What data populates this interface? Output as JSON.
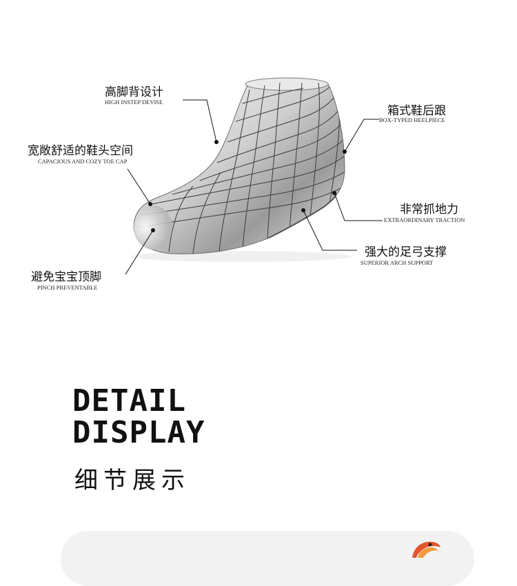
{
  "callouts": [
    {
      "cn": "高脚背设计",
      "en": "HIGH INSTEP DEVISE"
    },
    {
      "cn": "箱式鞋后跟",
      "en": "BOX-TYPED HEELPIECE"
    },
    {
      "cn": "宽敞舒适的鞋头空间",
      "en": "CAPACIOUS AND COZY TOE CAP"
    },
    {
      "cn": "非常抓地力",
      "en": "EXTRAORDINARY TRACTION"
    },
    {
      "cn": "强大的足弓支撑",
      "en": "SUPERIOR ARCH SUPPORT"
    },
    {
      "cn": "避免宝宝顶脚",
      "en": "PINCH PREVENTABLE"
    }
  ],
  "section": {
    "title_en_line1": "DETAIL",
    "title_en_line2": "DISPLAY",
    "title_cn": "细节展示"
  },
  "icons": {
    "shoe": "shoe-last-illustration",
    "corner": "brand-logo-icon"
  },
  "colors": {
    "background": "#ffffff",
    "text": "#111111",
    "shoe_light": "#f4f4f4",
    "shoe_dark": "#8c8c8c",
    "grid_line": "#3a3a3a",
    "logo_orange": "#e2552b"
  }
}
